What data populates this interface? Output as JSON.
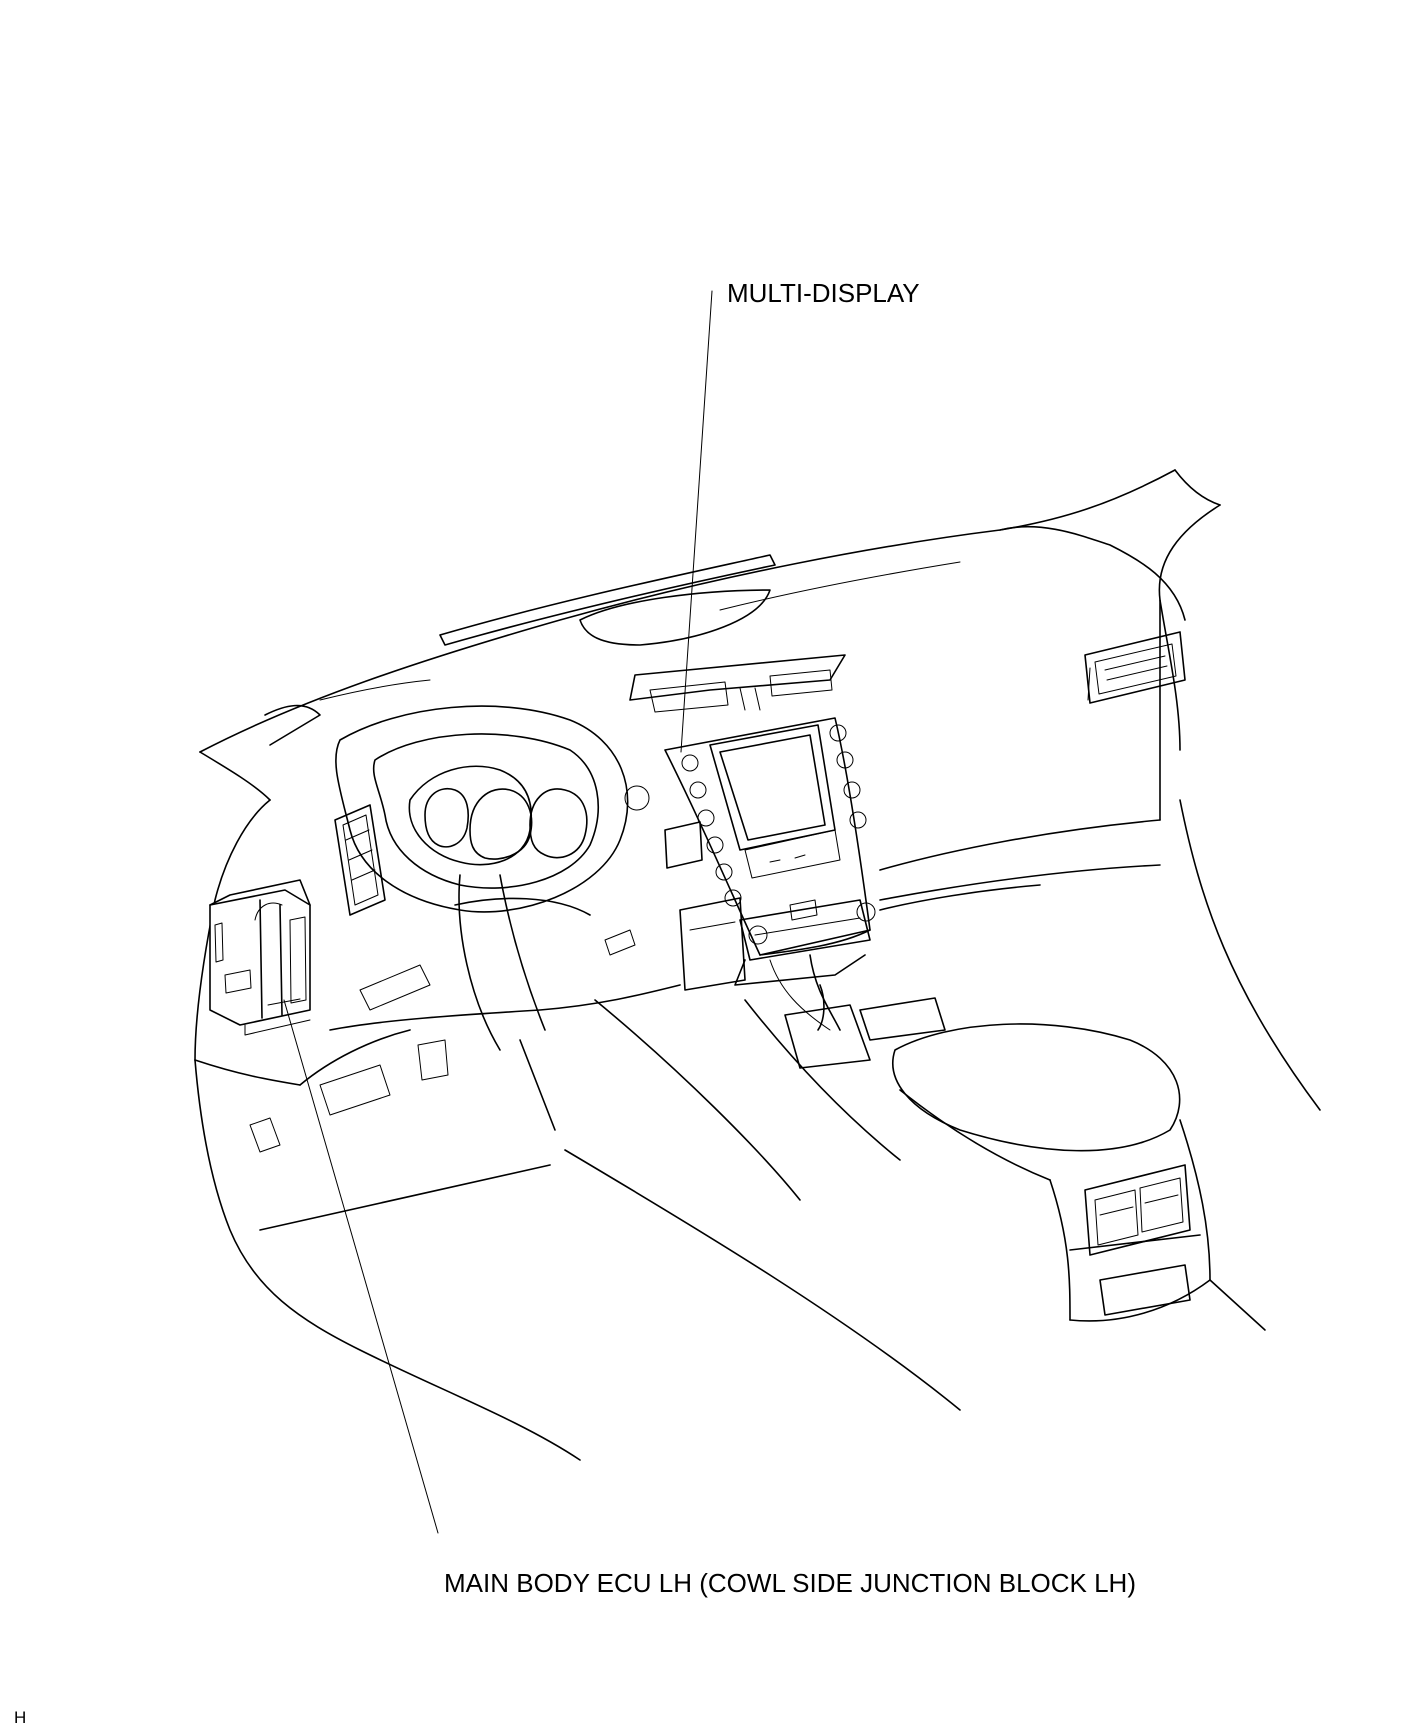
{
  "labels": {
    "multi_display": "MULTI-DISPLAY",
    "main_body_ecu": "MAIN BODY ECU LH (COWL SIDE JUNCTION BLOCK LH)",
    "figure_code": "H"
  },
  "colors": {
    "line": "#000000",
    "background": "#ffffff"
  }
}
